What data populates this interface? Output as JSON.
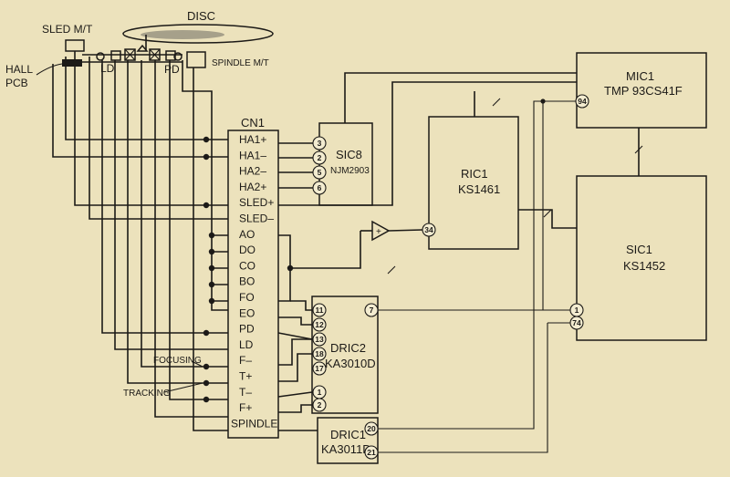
{
  "colors": {
    "paper": "#ece2bc",
    "ink": "#1c1a17"
  },
  "labels": {
    "disc": "DISC",
    "sled_mt": "SLED M/T",
    "hall_pcb_line1": "HALL",
    "hall_pcb_line2": "PCB",
    "ld": "LD",
    "pd": "PD",
    "spindle_mt": "SPINDLE M/T",
    "focusing": "FOCUSING",
    "tracking": "TRACKING"
  },
  "connector": {
    "name": "CN1",
    "pins": [
      "HA1+",
      "HA1–",
      "HA2–",
      "HA2+",
      "SLED+",
      "SLED–",
      "AO",
      "DO",
      "CO",
      "BO",
      "FO",
      "EO",
      "PD",
      "LD",
      "F–",
      "T+",
      "T–",
      "F+",
      "SPINDLE"
    ]
  },
  "chips": {
    "sic8": {
      "name": "SIC8",
      "part": "NJM2903",
      "pins": [
        "3",
        "2",
        "5",
        "6"
      ]
    },
    "ric1": {
      "name": "RIC1",
      "part": "KS1461",
      "pins": [
        "34"
      ]
    },
    "mic1": {
      "name": "MIC1",
      "part": "TMP 93CS41F",
      "pins": [
        "94"
      ]
    },
    "sic1": {
      "name": "SIC1",
      "part": "KS1452",
      "pins": [
        "1",
        "74"
      ]
    },
    "dric2": {
      "name": "DRIC2",
      "part": "KA3010D",
      "pins": [
        "11",
        "12",
        "13",
        "18",
        "17",
        "1",
        "2",
        "7"
      ]
    },
    "dric1": {
      "name": "DRIC1",
      "part": "KA3011D",
      "pins": [
        "20",
        "21"
      ]
    }
  },
  "amplifier_symbol": "+"
}
